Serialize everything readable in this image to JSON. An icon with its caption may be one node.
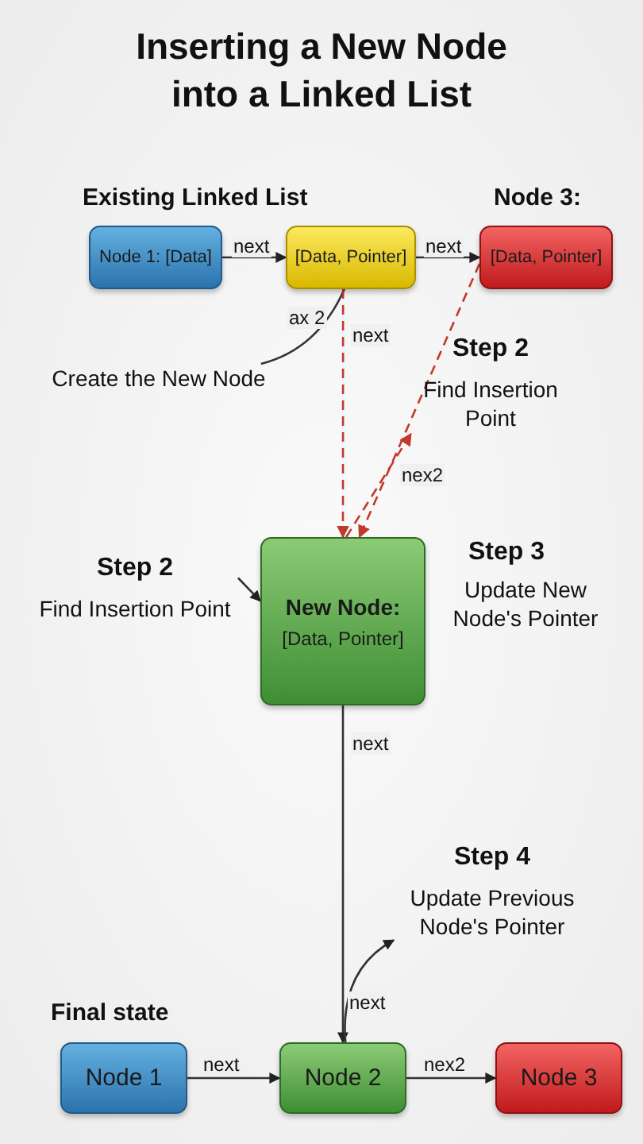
{
  "diagram": {
    "title": "Inserting a New Node into a Linked List",
    "nodes": [
      {
        "text": [
          "Node 1: [Data]"
        ]
      },
      {
        "text": [
          "[Data, Pointer]"
        ]
      },
      {
        "text": [
          "[Data, Pointer]"
        ],
        "beside": [
          "Node 3:"
        ]
      },
      {
        "text": [
          "New Node:",
          "[Data, Pointer]"
        ]
      },
      {
        "text": [
          "Node 1"
        ]
      },
      {
        "text": [
          "Node 2"
        ]
      },
      {
        "text": [
          "Node 3"
        ]
      },
      {
        "text": [
          "Create the New Node"
        ]
      },
      {
        "text": [
          "Step 2",
          "Find Insertion Point"
        ]
      },
      {
        "text": [
          "Step 2",
          "Find Insertion Point"
        ]
      },
      {
        "text": [
          "Step 4",
          "Update Previous Node's Pointer"
        ]
      }
    ],
    "edges": [
      {
        "from": 0,
        "to": 1,
        "arrow": "to",
        "label": "next"
      },
      {
        "from": 1,
        "to": 2,
        "arrow": "to",
        "label": "next"
      },
      {
        "from": 7,
        "to": 1,
        "arrow": "none",
        "label": "ax 2"
      },
      {
        "from": 1,
        "to": 3,
        "arrow": "to",
        "label": "next",
        "style": "dashed",
        "color": "#c0392b"
      },
      {
        "from": 2,
        "to": 3,
        "arrow": "to",
        "label": "nex2",
        "style": "dashed",
        "color": "#c0392b"
      },
      {
        "from": 3,
        "to": 8,
        "arrow": "to",
        "style": "dashed",
        "color": "#c0392b"
      },
      {
        "from": 9,
        "to": 3,
        "arrow": "to"
      },
      {
        "from": 3,
        "to": 5,
        "arrow": "to",
        "label": "next"
      },
      {
        "from": 5,
        "to": 10,
        "arrow": "to",
        "label": "next"
      },
      {
        "from": 4,
        "to": 5,
        "arrow": "to",
        "label": "next"
      },
      {
        "from": 5,
        "to": 6,
        "arrow": "to",
        "label": "nex2"
      }
    ],
    "labels": [
      "Existing Linked List",
      "Step 3",
      "Update New Node's Pointer",
      "Final state"
    ]
  }
}
